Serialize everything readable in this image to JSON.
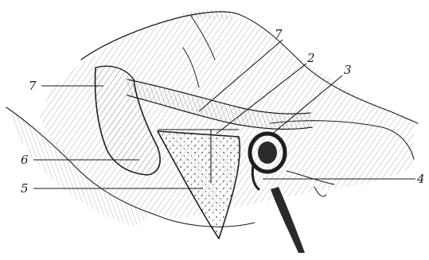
{
  "figure": {
    "labels": {
      "l7_top": "7",
      "l2": "2",
      "l3": "3",
      "l7_left": "7",
      "l6": "6",
      "l5": "5",
      "l4": "4"
    },
    "colors": {
      "ink": "#1e1e1e",
      "paper": "#ffffff",
      "hatch": "#4a4a4a"
    }
  }
}
